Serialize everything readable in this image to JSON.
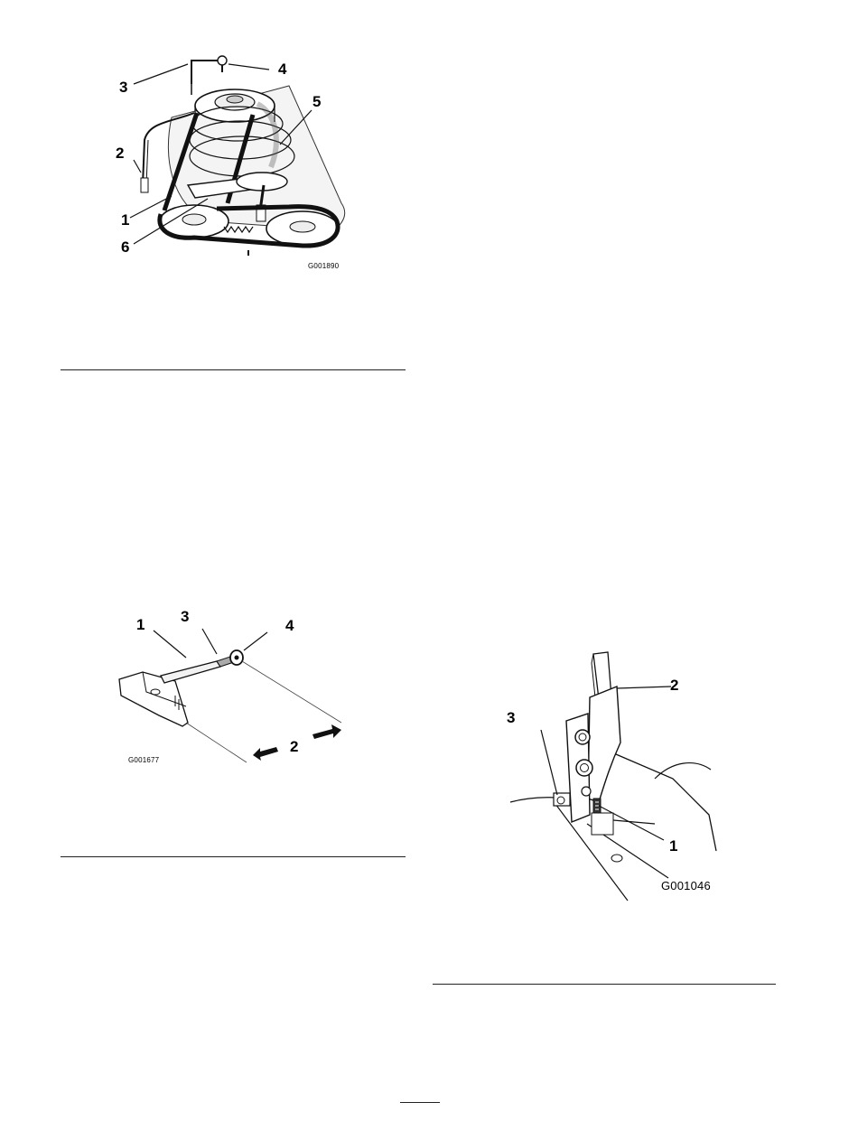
{
  "figures": [
    {
      "id": "G001890",
      "callouts": [
        "1",
        "2",
        "3",
        "4",
        "5",
        "6"
      ]
    },
    {
      "id": "G001677",
      "callouts": [
        "1",
        "2",
        "3",
        "4"
      ]
    },
    {
      "id": "G001046",
      "callouts": [
        "1",
        "2",
        "3"
      ]
    }
  ]
}
